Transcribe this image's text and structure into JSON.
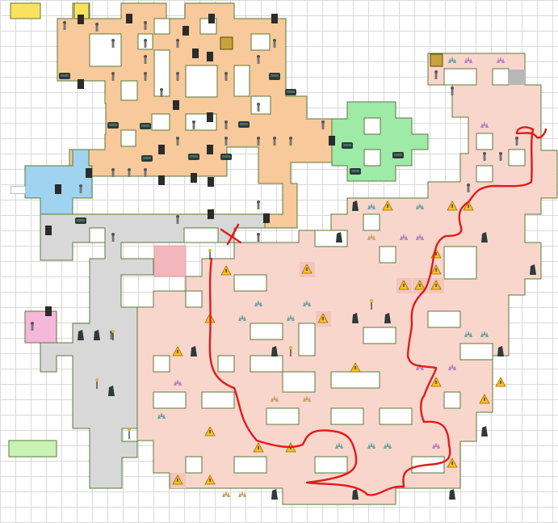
{
  "map": {
    "colors": {
      "orange": "#f8c99a",
      "salmon": "#f9d6cc",
      "blue": "#9fd3f0",
      "gray": "#d8d8d8",
      "green": "#9eeaa7",
      "yellow": "#fbe15e",
      "pink": "#f5b8d9",
      "rose": "#f3b6bd",
      "light_green": "#c9f2b5",
      "route": "#e01b1b",
      "hazard": "#f6c21b",
      "border": "#5a7a3a"
    },
    "regions": [
      "orange-region",
      "salmon-region",
      "blue-region",
      "gray-region",
      "green-region",
      "yellow-room",
      "pink-room",
      "rose-room",
      "light-green-room"
    ],
    "markers": {
      "door": "door-icon",
      "hazard": "hazard-icon",
      "enemy": "enemy-icon",
      "rock": "rock-icon",
      "crystal": "crystal-icon",
      "torch": "torch-icon",
      "chest": "chest-icon"
    },
    "entrance_label": ""
  }
}
